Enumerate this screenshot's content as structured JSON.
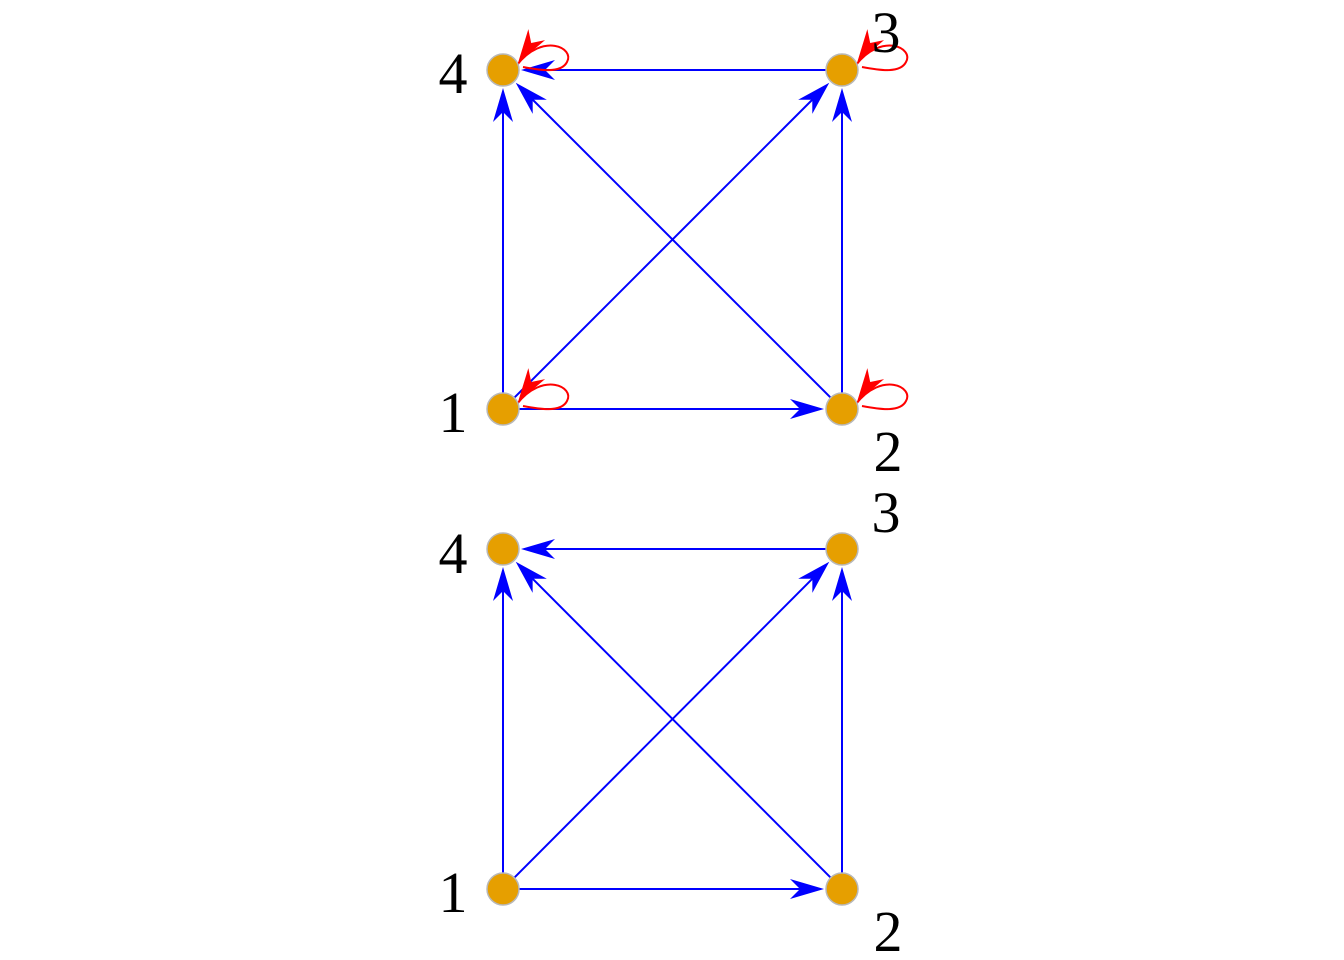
{
  "colors": {
    "vertex": "#E69F00",
    "vertex_border": "#b8b8b8",
    "edge": "#0000FF",
    "loop": "#FF0000"
  },
  "graphs": [
    {
      "id": "with-loops",
      "vertices": [
        {
          "id": "1",
          "label": "1"
        },
        {
          "id": "2",
          "label": "2"
        },
        {
          "id": "3",
          "label": "3"
        },
        {
          "id": "4",
          "label": "4"
        }
      ],
      "edges": [
        {
          "from": "1",
          "to": "2"
        },
        {
          "from": "1",
          "to": "3"
        },
        {
          "from": "1",
          "to": "4"
        },
        {
          "from": "2",
          "to": "3"
        },
        {
          "from": "2",
          "to": "4"
        },
        {
          "from": "3",
          "to": "4"
        }
      ],
      "loops": [
        "1",
        "2",
        "3",
        "4"
      ]
    },
    {
      "id": "without-loops",
      "vertices": [
        {
          "id": "1",
          "label": "1"
        },
        {
          "id": "2",
          "label": "2"
        },
        {
          "id": "3",
          "label": "3"
        },
        {
          "id": "4",
          "label": "4"
        }
      ],
      "edges": [
        {
          "from": "1",
          "to": "2"
        },
        {
          "from": "1",
          "to": "3"
        },
        {
          "from": "1",
          "to": "4"
        },
        {
          "from": "2",
          "to": "3"
        },
        {
          "from": "2",
          "to": "4"
        },
        {
          "from": "3",
          "to": "4"
        }
      ],
      "loops": []
    }
  ]
}
